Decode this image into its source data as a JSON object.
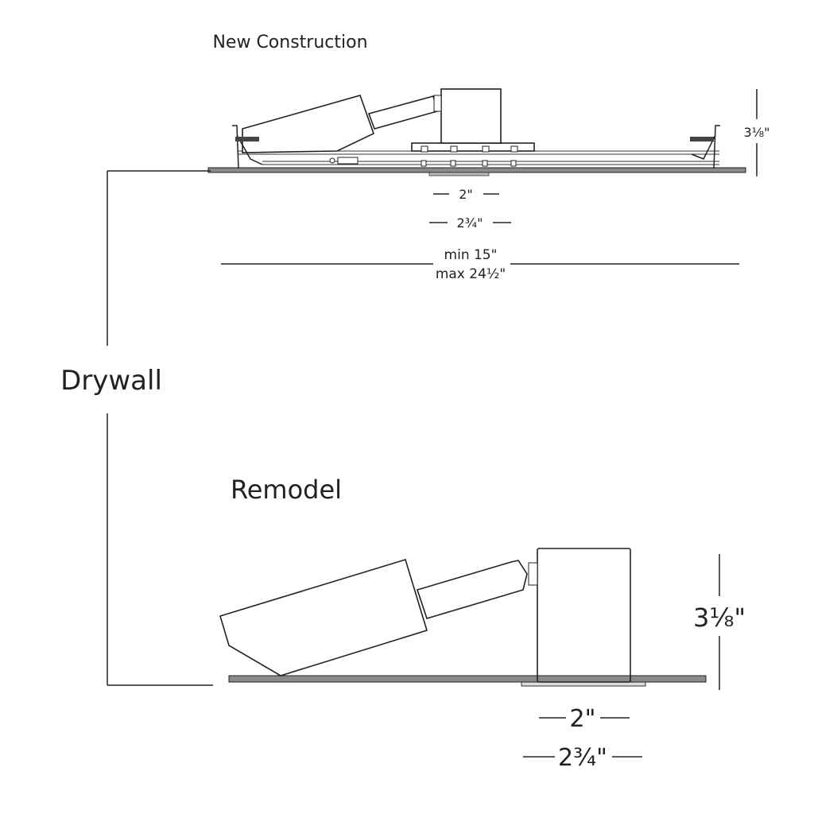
{
  "new_construction": {
    "title": "New Construction",
    "height_label": "3⅛\"",
    "aperture_label": "2\"",
    "trim_label": "2¾\"",
    "span_min_label": "min 15\"",
    "span_max_label": "max 24½\""
  },
  "drywall_label": "Drywall",
  "remodel": {
    "title": "Remodel",
    "height_label": "3⅛\"",
    "aperture_label": "2\"",
    "trim_label": "2¾\""
  }
}
